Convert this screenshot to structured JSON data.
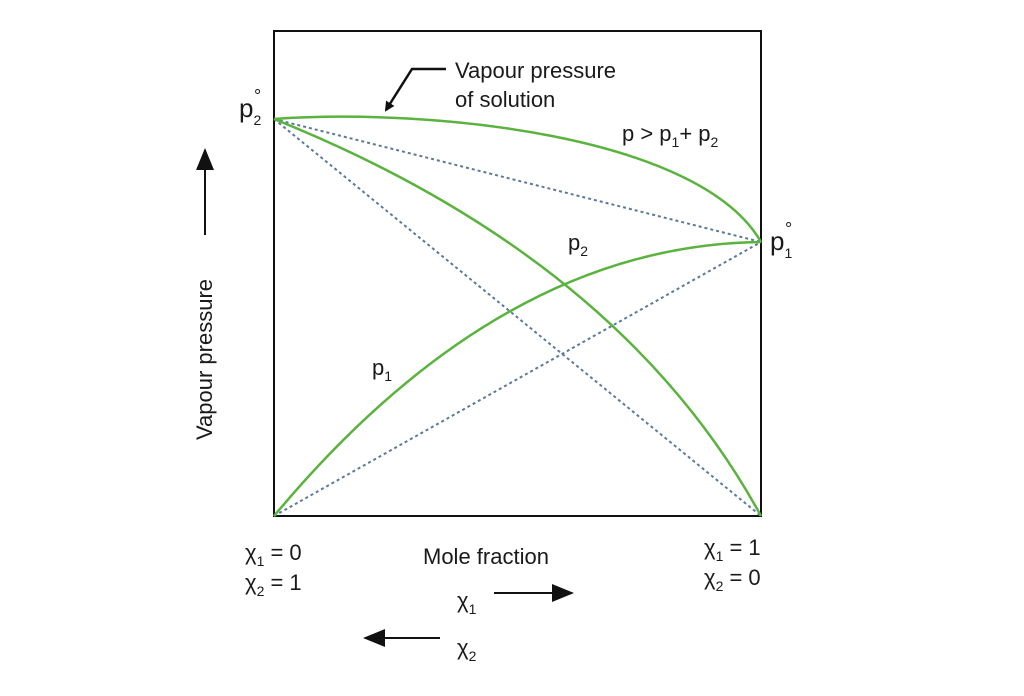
{
  "annotation": {
    "line1": "Vapour pressure",
    "line2": "of solution"
  },
  "relation": {
    "p": "p > p",
    "sub1": "1",
    "plus": "+  p",
    "sub2": "2"
  },
  "p2_zero": {
    "base": "p",
    "sub": "2",
    "sup": "°"
  },
  "p1_zero": {
    "base": "p",
    "sub": "1",
    "sup": "°"
  },
  "curve_labels": {
    "p2": {
      "base": "p",
      "sub": "2"
    },
    "p1": {
      "base": "p",
      "sub": "1"
    }
  },
  "y_axis_label": "Vapour pressure",
  "x_axis_label": "Mole fraction",
  "left_end": {
    "chi": "χ",
    "s1": "1",
    "v1": " = 0",
    "s2": "2",
    "v2": " = 1"
  },
  "right_end": {
    "chi": "χ",
    "s1": "1",
    "v1": " = 1",
    "s2": "2",
    "v2": " = 0"
  },
  "arrows": {
    "chi": "χ",
    "x1_sub": "1",
    "x2_sub": "2"
  },
  "colors": {
    "curve": "#5bb33f",
    "dashed": "#5a7a9a",
    "frame": "#111111"
  }
}
